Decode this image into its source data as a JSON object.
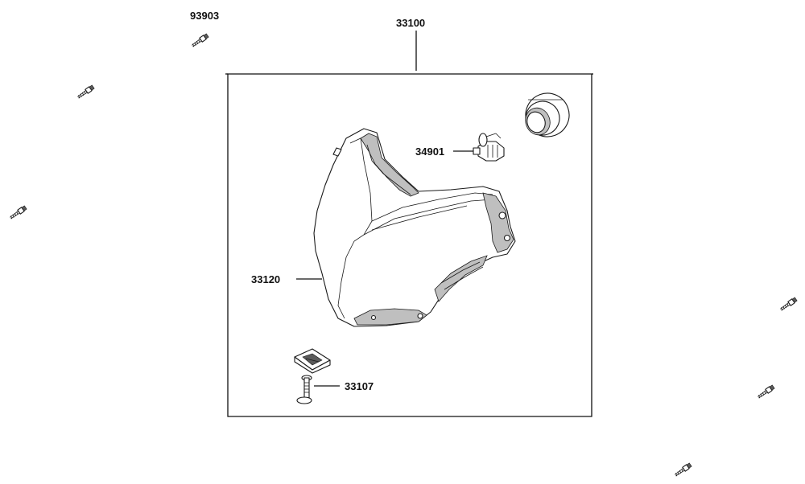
{
  "labels": {
    "screw_top": "93903",
    "assembly": "33100",
    "bulb": "34901",
    "lens": "33120",
    "bolt": "33107"
  }
}
